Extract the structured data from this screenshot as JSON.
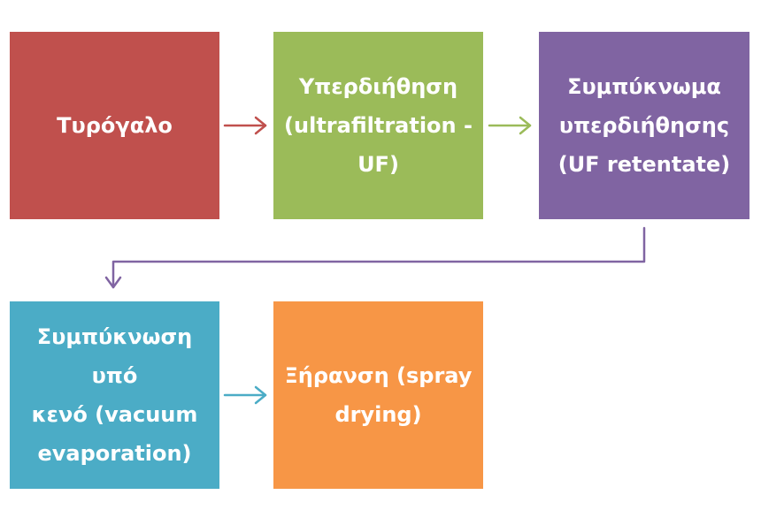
{
  "steps": [
    {
      "id": "whey",
      "label": "Τυρόγαλο",
      "color": "#c0504d"
    },
    {
      "id": "ultrafiltration",
      "label": "Υπερδιήθηση\n(ultrafiltration -\nUF)",
      "color": "#9bbb59"
    },
    {
      "id": "uf-retentate",
      "label": "Συμπύκνωμα\nυπερδιήθησης\n(UF retentate)",
      "color": "#8064a2"
    },
    {
      "id": "vacuum-evaporation",
      "label": "Συμπύκνωση υπό\nκενό (vacuum\nevaporation)",
      "color": "#4bacc6"
    },
    {
      "id": "spray-drying",
      "label": "Ξήρανση (spray\ndrying)",
      "color": "#f79646"
    }
  ],
  "connectors": [
    {
      "from": "whey",
      "to": "ultrafiltration",
      "color": "#c0504d"
    },
    {
      "from": "ultrafiltration",
      "to": "uf-retentate",
      "color": "#9bbb59"
    },
    {
      "from": "uf-retentate",
      "to": "vacuum-evaporation",
      "color": "#8064a2"
    },
    {
      "from": "vacuum-evaporation",
      "to": "spray-drying",
      "color": "#4bacc6"
    }
  ]
}
